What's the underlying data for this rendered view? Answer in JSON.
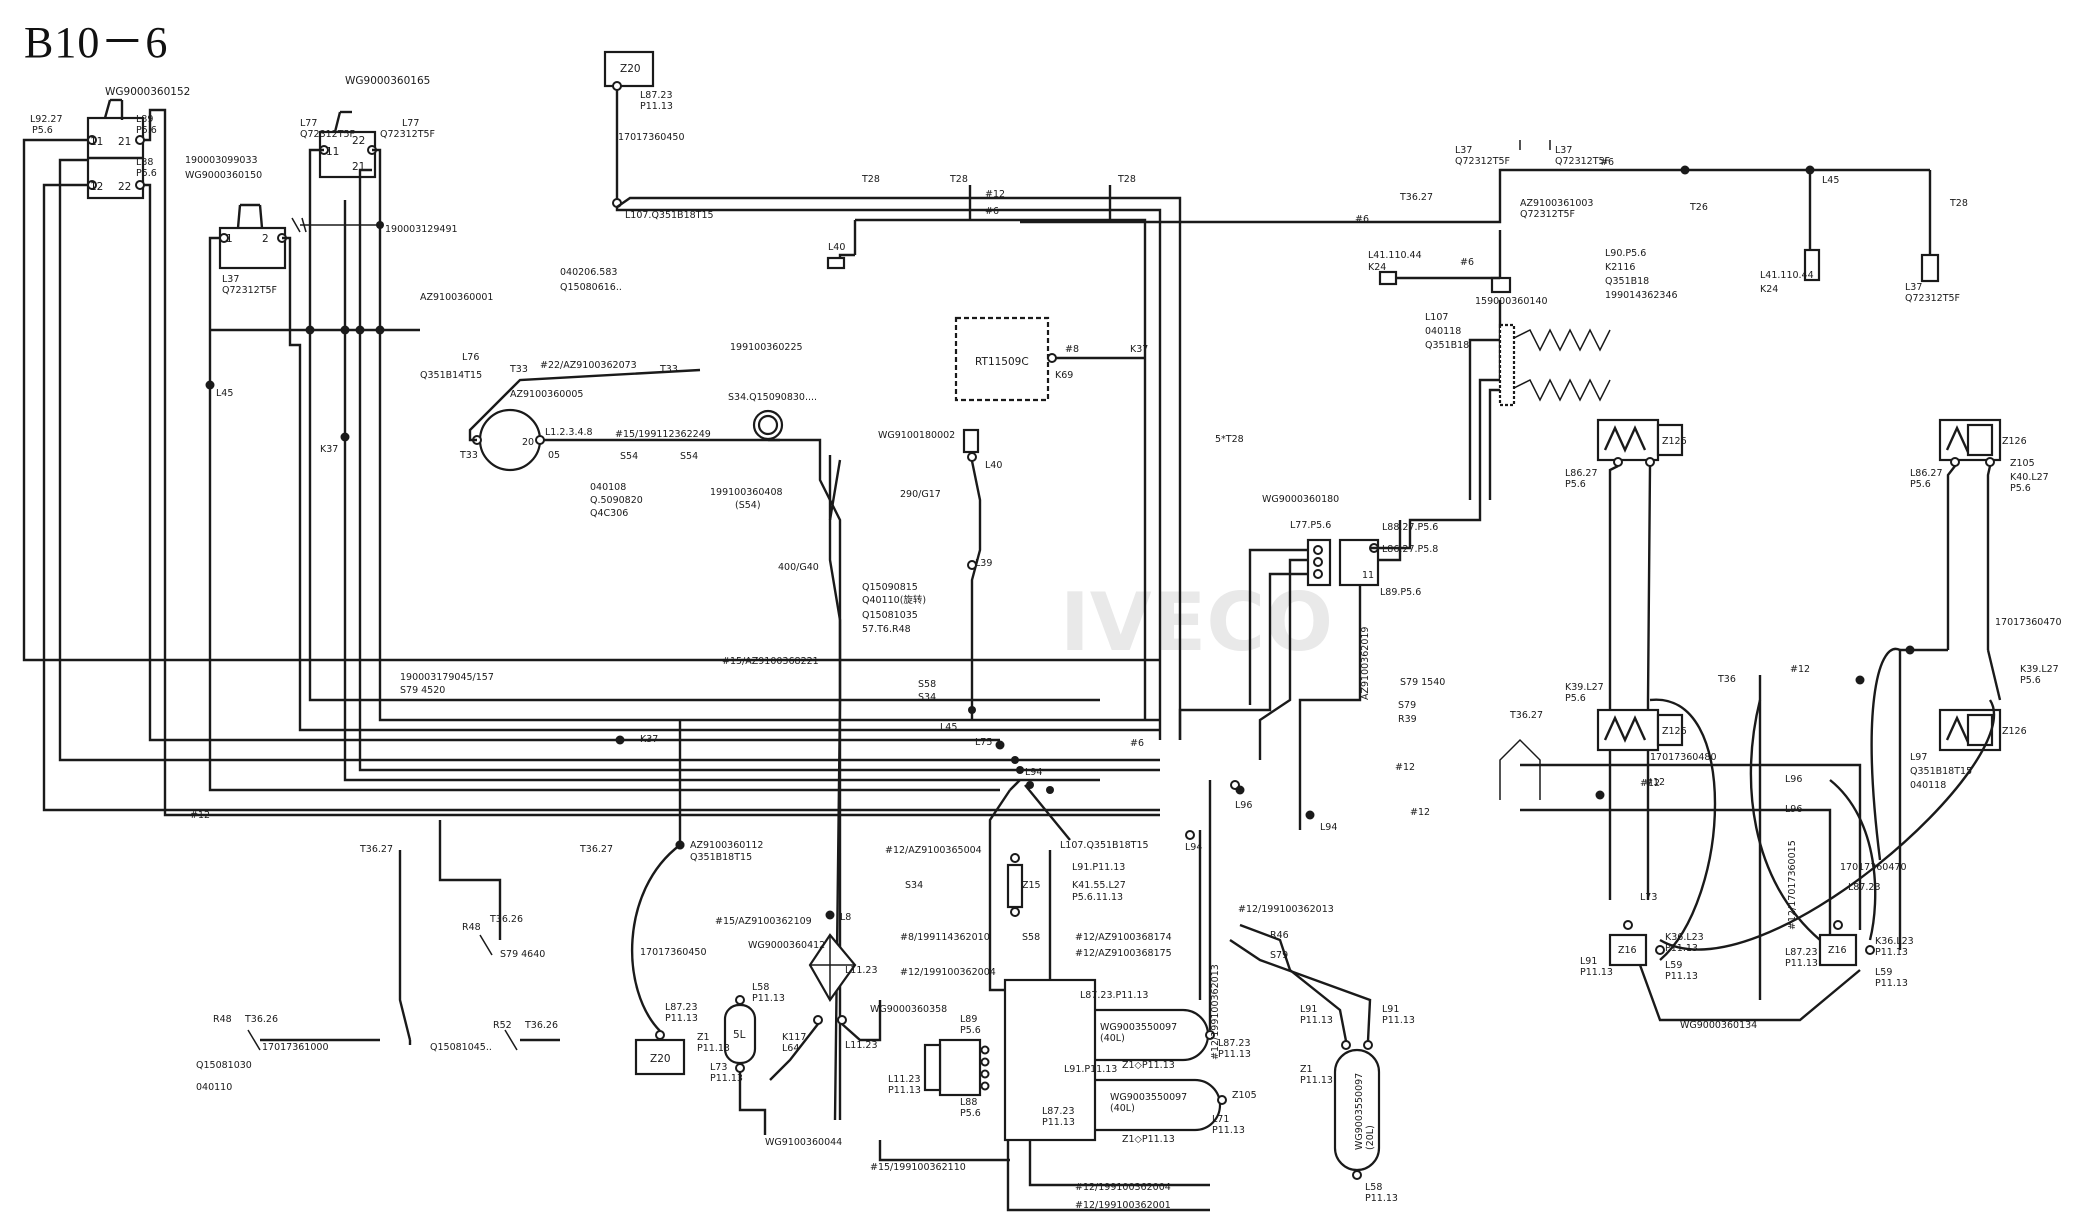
{
  "page": {
    "title": "B10－6"
  },
  "labels": {
    "l_wc152": "WG9000360152",
    "l_wc165": "WG9000360165",
    "l_l9227": "L92.27",
    "l_p56a": "P5.6",
    "l_l89p56": "L89\nP5.6",
    "l_l88p56": "L88\nP5.6",
    "l_l77a": "L77",
    "l_q1": "Q72312T5F",
    "l_l77b": "L77",
    "l_q2": "Q72312T5F",
    "l_190003099033": "190003099033",
    "l_wg150": "WG9000360150",
    "l_l37a": "L37",
    "l_q3": "Q72312T5F",
    "l_190003129491": "190003129491",
    "l_az001": "AZ9100360001",
    "l_l76": "L76",
    "l_q4": "Q351B14T15",
    "l_l45a": "L45",
    "l_k37a": "K37",
    "l_z20a": "Z20",
    "l_l87a": "L87.23",
    "l_p1113a": "P11.13",
    "l_17017360450a": "17017360450",
    "l_l107a": "L107.Q351B18T15",
    "l_t28a": "T28",
    "l_t28b": "T28",
    "l_t28c": "T28",
    "l_12a": "#12",
    "l_6a": "#6",
    "l_l40a": "L40",
    "l_040206": "040206.583",
    "l_q15080616": "Q15080616..",
    "l_t33a": "T33",
    "l_t33b": "T33",
    "l_t33c": "T33",
    "l_22az": "#22/AZ9100362073",
    "l_az005": "AZ9100360005",
    "l_199225": "199100360225",
    "l_rt": "RT11509C",
    "l_8k37": "#8",
    "l_k37b": "K37",
    "l_k69": "K69",
    "l_l123": "L1.2.3.4.8",
    "l_20": "20",
    "l_05": "05",
    "l_15_199": "#15/199112362249",
    "l_s54a": "S54",
    "l_s54b": "S54",
    "l_s34": "S34.Q15090830....",
    "l_040108": "040108",
    "l_q5090820": "Q.5090820",
    "l_q4c306": "Q4C306",
    "l_199408": "199100360408",
    "l_s54c": "(S54)",
    "l_wg002": "WG9100180002",
    "l_l40b": "L40",
    "l_290": "290/G17",
    "l_400": "400/G40",
    "l_l39": "L39",
    "l_q15090815": "Q15090815",
    "l_q40110": "Q40110(旋转)",
    "l_q15081035": "Q15081035",
    "l_57t6r48": "57.T6.R48",
    "l_15az221": "#15/AZ9100368221",
    "l_s58": "S58",
    "l_s34b": "S34",
    "l_l45b": "L45",
    "l_l75": "L75",
    "l_l94a": "L94",
    "l_t26a": "T26",
    "l_t2736": "T36.27",
    "l_5t28": "5*T28",
    "l_l37b": "L37",
    "l_q5": "Q72312T5F",
    "l_l37c": "L37",
    "l_q6": "Q72312T5F",
    "l_az003": "AZ9100361003",
    "l_q7": "Q72312T5F",
    "l_l41a": "L41.110.44",
    "l_k24a": "K24",
    "l_l45c": "L45",
    "l_l41b": "L41.110.44",
    "l_k24b": "K24",
    "l_l37d": "L37",
    "l_q8": "Q72312T5F",
    "l_t28d": "T28",
    "l_l90": "L90.P5.6",
    "l_k2116": "K2116",
    "l_q351b18a": "Q351B18",
    "l_199014": "199014362346",
    "l_l107b": "L107",
    "l_040118a": "040118",
    "l_q351b18b": "Q351B18",
    "l_159000360140": "159000360140",
    "l_wg180": "WG9000360180",
    "l_l77c": "L77.P5.6",
    "l_l8827a": "L88.27.P5.6",
    "l_l8827b": "L86.27.P5.8",
    "l_l89b": "L89.P5.6",
    "l_11": "11",
    "l_az019": "AZ9100362019",
    "l_s79": "S79",
    "l_r39": "R39",
    "l_1540": "S79 1540",
    "l_z126a": "Z126",
    "l_z126b": "Z126",
    "l_z126c": "Z126",
    "l_z126d": "Z126",
    "l_l86a": "L86.27\nP5.6",
    "l_l86b": "L86.27\nP5.6",
    "l_z105a": "Z105",
    "l_k40": "K40.L27\nP5.6",
    "l_k39a": "K39.L27\nP5.6",
    "l_k39b": "K39.L27\nP5.6",
    "l_17017360470": "17017360470",
    "l_t36": "T36",
    "l_17017360480": "17017360480",
    "l_l97": "L97",
    "l_q351b18t15": "Q351B18T15",
    "l_040118b": "040118",
    "l_l96a": "L96",
    "l_l96b": "L96",
    "l_l96c": "L96",
    "l_12b": "#12",
    "l_12c": "#12",
    "l_12d": "#12",
    "l_l73": "L73",
    "l_z16a": "Z16",
    "l_z16b": "Z16",
    "l_k36a": "K36.L23\nP11.13",
    "l_k36b": "K36.L23\nP11.13",
    "l_l91a": "L91\nP11.13",
    "l_l59a": "L59\nP11.13",
    "l_l59b": "L59\nP11.13",
    "l_l8723b": "L87.23\nP11.13",
    "l_l8723c": "L87.23",
    "l_wg134": "WG9000360134",
    "l_17017360470b": "17017360470",
    "l_1707": "#12/17017360015",
    "l_t3627b": "T36.27",
    "l_t3627c": "T36.27",
    "l_t3627d": "T36.27",
    "l_190003179045": "190003179045/157",
    "l_4520": "S79 4520",
    "l_k37c": "K37",
    "l_az112": "AZ9100360112",
    "l_q351b18t15b": "Q351B18T15",
    "l_17017360450b": "17017360450",
    "l_l87b": "L87.23\nP11.13",
    "l_z20b": "Z20",
    "l_r48a": "R48",
    "l_t3626a": "T36.26",
    "l_r48b": "R48",
    "l_t3626b": "T36.26",
    "l_r52": "R52",
    "l_t3626c": "T36.26",
    "l_17017361000": "17017361000",
    "l_q15081030": "Q15081030",
    "l_040110": "040110",
    "l_q15081045": "Q15081045..",
    "l_4640": "S79 4640",
    "l_12az004": "#12/AZ9100365004",
    "l_s34c": "S34",
    "l_l8a": "L8",
    "l_15az109": "#15/AZ9100362109",
    "l_wg412": "WG9000360412",
    "l_l1123a": "L11.23",
    "l_l1123b": "L11.23",
    "l_8_199": "#8/199114362010",
    "l_12_199004": "#12/199100362004",
    "l_wg358": "WG9000360358",
    "l_l58a": "L58\nP11.13",
    "l_5l": "5L",
    "l_l73b": "L73\nP11.13",
    "l_z1a": "Z1\nP11.13",
    "l_k117": "K117\nL64",
    "l_wg044": "WG9100360044",
    "l_l89c": "L89\nP5.6",
    "l_l88b": "L88\nP5.6",
    "l_l1123c": "L11.23\nP11.13",
    "l_15_199110": "#15/199100362110",
    "l_l107c": "L107.Q351B18T15",
    "l_l94b": "L94",
    "l_l94c": "L94",
    "l_k41": "K41.55.L27",
    "l_p56b": "P5.6.11.13",
    "l_l91b": "L91.P11.13",
    "l_z15": "Z15",
    "l_s58b": "S58",
    "l_12_az174": "#12/AZ9100368174",
    "l_12_az175": "#12/AZ9100368175",
    "l_12_199013": "#12/199100362013",
    "l_12_199203": "#12/199100362013",
    "l_r46": "R46",
    "l_s79b": "S79",
    "l_tank1": "WG9003550097\n(40L)",
    "l_tank2": "WG9003550097\n(40L)",
    "l_tank3": "WG9003550097\n(20L)",
    "l_l87c": "L87.23.P11.13",
    "l_l91c": "L91.P11.13",
    "l_z1b": "Z1◇P11.13",
    "l_z1c": "Z1◇P11.13",
    "l_l87d": "L87.23\nP11.13",
    "l_z105b": "Z105",
    "l_l71": "L71\nP11.13",
    "l_l87e": "L87.23\nP11.13",
    "l_l91d": "L91\nP11.13",
    "l_l91e": "L91\nP11.13",
    "l_z1d": "Z1\nP11.13",
    "l_l58b": "L58\nP11.13",
    "l_12_199004b": "#12/199100362004",
    "l_12_199001": "#12/199100362001",
    "l_12e": "#12",
    "l_6b": "#6",
    "l_6c": "#6",
    "l_6d": "#6",
    "l_6e": "#6",
    "l_12f": "#12",
    "l_12g": "#12"
  }
}
